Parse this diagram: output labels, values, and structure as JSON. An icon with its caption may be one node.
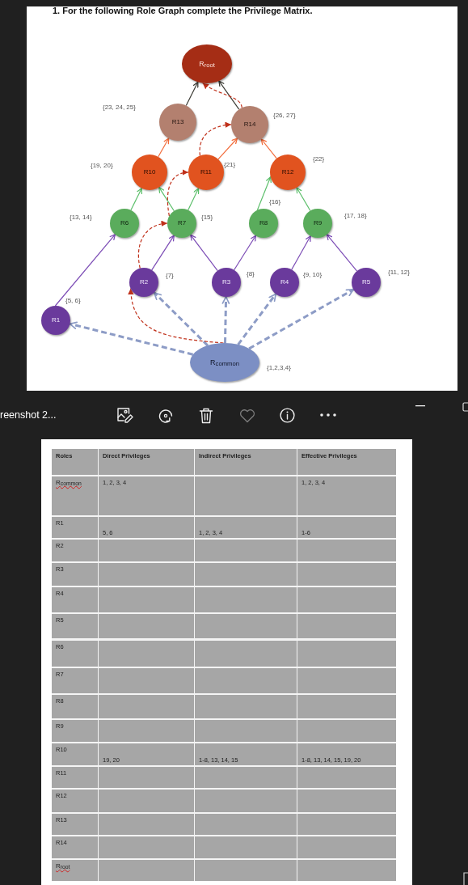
{
  "diagram": {
    "title": "1. For the following Role Graph complete the Privilege Matrix.",
    "nodes": [
      {
        "text": [
          "R$_{root}$"
        ]
      },
      {
        "text": [
          "R13"
        ],
        "beside": [
          "{23, 24, 25}"
        ]
      },
      {
        "text": [
          "R14"
        ],
        "beside": [
          "{26, 27}"
        ]
      },
      {
        "text": [
          "R10"
        ],
        "beside": [
          "{19, 20}"
        ]
      },
      {
        "text": [
          "R11"
        ],
        "beside": [
          "{21}"
        ]
      },
      {
        "text": [
          "R12"
        ],
        "beside": [
          "{22}"
        ]
      },
      {
        "text": [
          "R6"
        ],
        "beside": [
          "{13, 14}"
        ]
      },
      {
        "text": [
          "R7"
        ],
        "beside": [
          "{15}"
        ]
      },
      {
        "text": [
          "R8"
        ],
        "beside": [
          "{16}"
        ]
      },
      {
        "text": [
          "R9"
        ],
        "beside": [
          "{17, 18}"
        ]
      },
      {
        "text": [
          "R2"
        ],
        "beside": [
          "{7}"
        ]
      },
      {
        "text": [
          "R3"
        ],
        "beside": [
          "{8}"
        ]
      },
      {
        "text": [
          "R4"
        ],
        "beside": [
          "{9, 10}"
        ]
      },
      {
        "text": [
          "R5"
        ],
        "beside": [
          "{11, 12}"
        ]
      },
      {
        "text": [
          "R1"
        ],
        "beside": [
          "{5, 6}"
        ]
      },
      {
        "text": [
          "R$_{common}$"
        ],
        "beside": [
          "{1,2,3,4}"
        ]
      }
    ],
    "edges": [
      {
        "from": 1,
        "to": 0,
        "arrow": "to",
        "color": "#3b3a33"
      },
      {
        "from": 2,
        "to": 0,
        "arrow": "to",
        "color": "#3b3a33"
      },
      {
        "from": 3,
        "to": 1,
        "arrow": "to",
        "color": "#f26b3a"
      },
      {
        "from": 4,
        "to": 2,
        "arrow": "to",
        "color": "#f26b3a"
      },
      {
        "from": 5,
        "to": 2,
        "arrow": "to",
        "color": "#f26b3a"
      },
      {
        "from": 6,
        "to": 3,
        "arrow": "to",
        "color": "#5cbf6b"
      },
      {
        "from": 7,
        "to": 3,
        "arrow": "to",
        "color": "#5cbf6b"
      },
      {
        "from": 7,
        "to": 4,
        "arrow": "to",
        "color": "#5cbf6b"
      },
      {
        "from": 8,
        "to": 5,
        "arrow": "to",
        "color": "#5cbf6b"
      },
      {
        "from": 9,
        "to": 5,
        "arrow": "to",
        "color": "#5cbf6b"
      },
      {
        "from": 14,
        "to": 6,
        "arrow": "to",
        "color": "#7b4bb5"
      },
      {
        "from": 10,
        "to": 7,
        "arrow": "to",
        "color": "#7b4bb5"
      },
      {
        "from": 11,
        "to": 7,
        "arrow": "to",
        "color": "#7b4bb5"
      },
      {
        "from": 11,
        "to": 8,
        "arrow": "to",
        "color": "#7b4bb5"
      },
      {
        "from": 12,
        "to": 9,
        "arrow": "to",
        "color": "#7b4bb5"
      },
      {
        "from": 13,
        "to": 9,
        "arrow": "to",
        "color": "#7b4bb5"
      },
      {
        "from": 15,
        "to": 14,
        "arrow": "to",
        "style": "dashed",
        "color": "#8d9cc6"
      },
      {
        "from": 15,
        "to": 10,
        "arrow": "to",
        "style": "dashed",
        "color": "#8d9cc6"
      },
      {
        "from": 15,
        "to": 11,
        "arrow": "to",
        "style": "dashed",
        "color": "#8d9cc6"
      },
      {
        "from": 15,
        "to": 12,
        "arrow": "to",
        "style": "dashed",
        "color": "#8d9cc6"
      },
      {
        "from": 15,
        "to": 13,
        "arrow": "to",
        "style": "dashed",
        "color": "#8d9cc6"
      },
      {
        "from": 15,
        "to": 10,
        "arrow": "to",
        "style": "dashed",
        "color": "#c0311b"
      },
      {
        "from": 10,
        "to": 7,
        "arrow": "to",
        "style": "dashed",
        "color": "#c0311b"
      },
      {
        "from": 7,
        "to": 4,
        "arrow": "to",
        "style": "dashed",
        "color": "#c0311b"
      },
      {
        "from": 4,
        "to": 2,
        "arrow": "to",
        "style": "dashed",
        "color": "#c0311b"
      },
      {
        "from": 2,
        "to": 0,
        "arrow": "to",
        "style": "dashed",
        "color": "#c0311b"
      }
    ],
    "labels": [
      "reenshot 2...",
      "Roles",
      "Direct Privileges",
      "Indirect Privileges",
      "Effective Privileges",
      "R$_{common}$",
      "1, 2, 3, 4",
      "1, 2, 3, 4",
      "R1",
      "5, 6",
      "1, 2, 3, 4",
      "1-6",
      "R2",
      "R3",
      "R4",
      "R5",
      "R6",
      "R7",
      "R8",
      "R9",
      "R10",
      "19, 20",
      "1-8, 13, 14, 15",
      "1-8, 13, 14, 15, 19, 20",
      "R11",
      "R12",
      "R13",
      "R14",
      "R$_{root}$"
    ]
  }
}
